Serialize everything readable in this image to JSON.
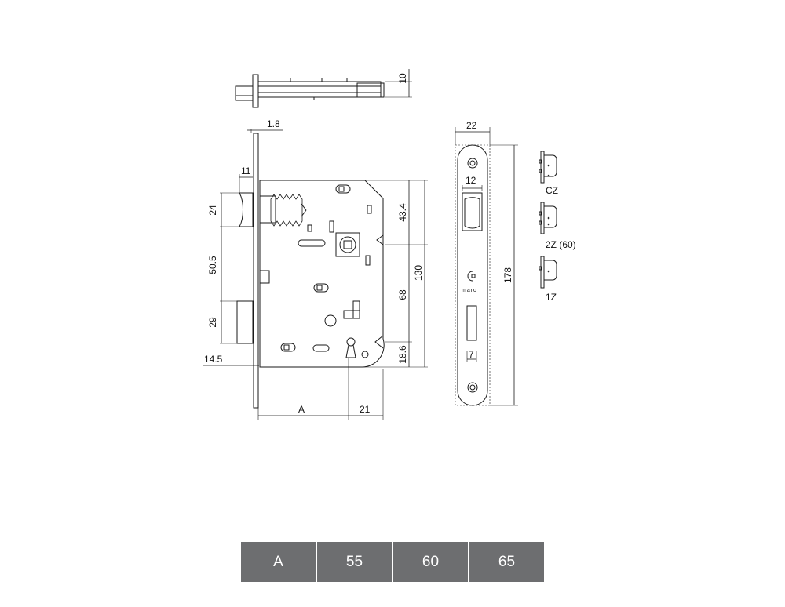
{
  "dimensions": {
    "thickness_top": "10",
    "forend_thickness": "1.8",
    "latch_width": "11",
    "latch_height": "24",
    "latch_to_bolt": "50.5",
    "bolt_height": "29",
    "bolt_offset": "14.5",
    "backset": "A",
    "edge_to_key": "21",
    "upper_height": "43.4",
    "body_height": "130",
    "handle_to_key": "68",
    "key_to_bottom": "18.6",
    "plate_width": "22",
    "plate_latch_cutout": "12",
    "plate_bolt_cutout": "7",
    "plate_height": "178"
  },
  "brand": {
    "logo_text": "marc",
    "logo_icon": "marc-c-logo-icon"
  },
  "variants": [
    {
      "label": "CZ"
    },
    {
      "label": "2Z (60)"
    },
    {
      "label": "1Z"
    }
  ],
  "size_table": {
    "cells": [
      "A",
      "55",
      "60",
      "65"
    ],
    "cell_color": "#6d6e70",
    "text_color": "#ffffff"
  },
  "line_color": "#1a1a1a"
}
